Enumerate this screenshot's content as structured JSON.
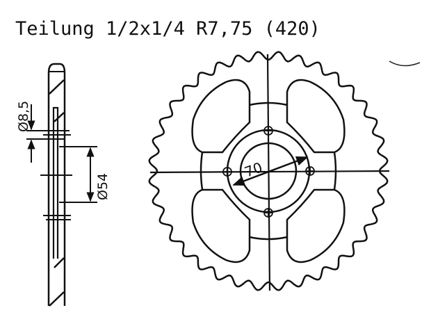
{
  "title": "Teilung 1/2x1/4 R7,75 (420)",
  "colors": {
    "line": "#111111",
    "background": "#ffffff"
  },
  "side_view": {
    "dim_hole": "Ø8,5",
    "dim_bore": "Ø54"
  },
  "front_view": {
    "teeth_count": 36,
    "bolt_circle_label": "70",
    "bolt_holes": 4,
    "cutouts": 4
  }
}
